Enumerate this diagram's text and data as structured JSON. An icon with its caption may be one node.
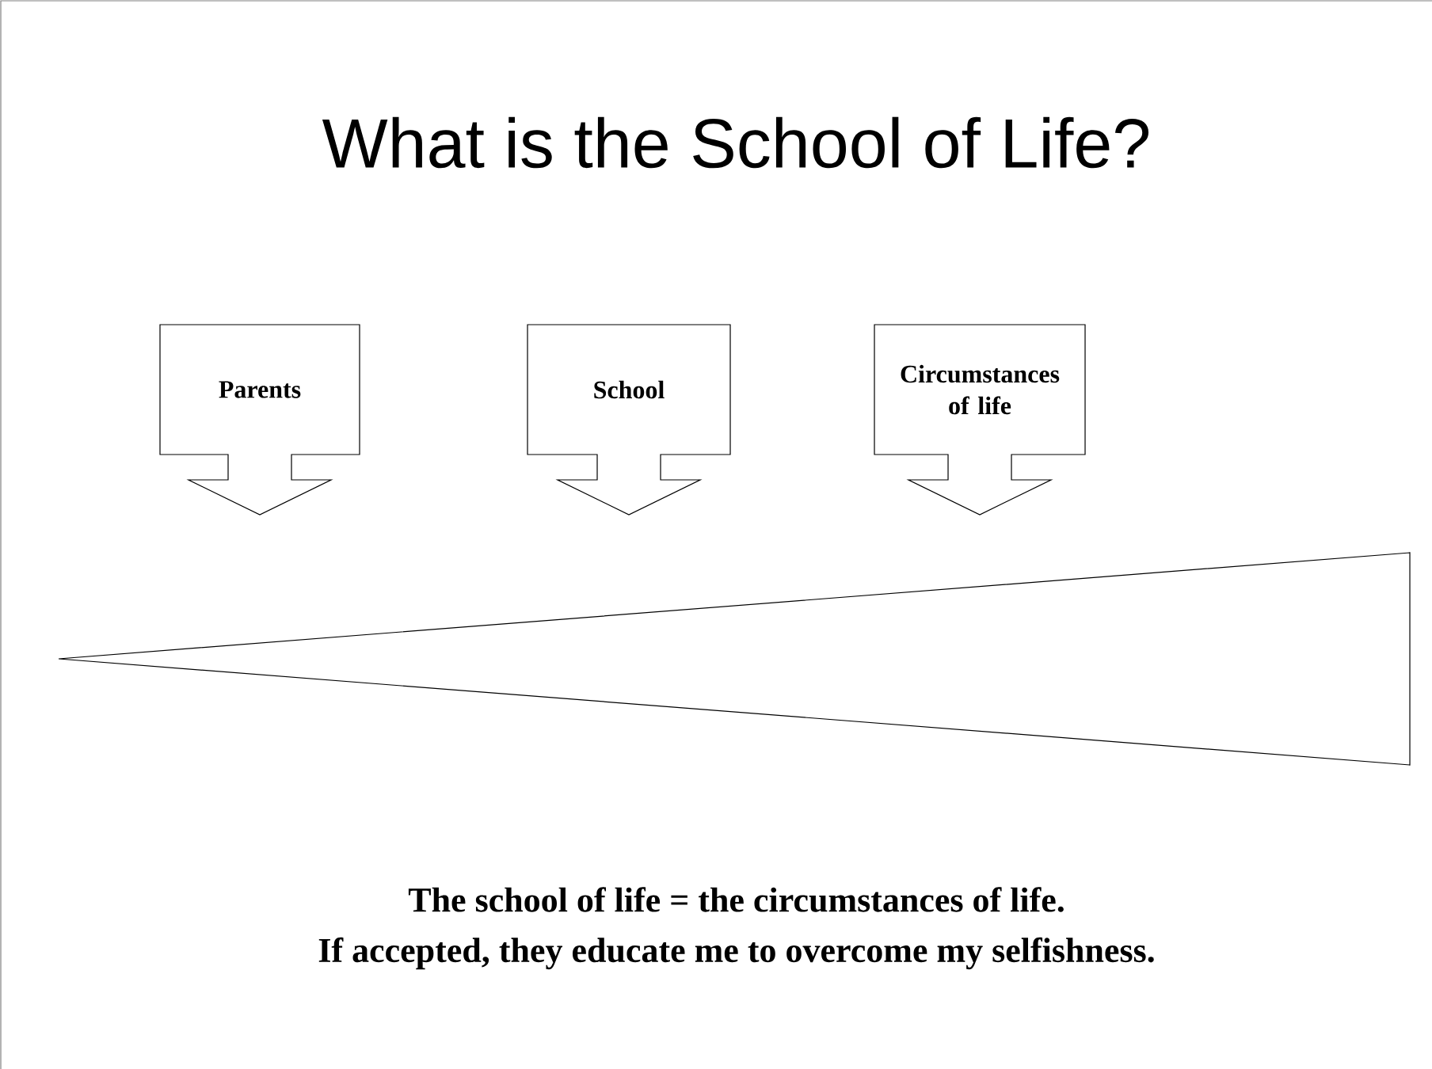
{
  "diagram": {
    "title": "What is the School of Life?",
    "nodes": [
      {
        "text": [
          "Parents"
        ]
      },
      {
        "text": [
          "School"
        ]
      },
      {
        "text": [
          "Circumstances of life"
        ]
      },
      {
        "text": [],
        "shape": "triangle"
      }
    ],
    "labels": [
      "The school of life = the circumstances of life.",
      "If accepted, they educate me to overcome my selfishness."
    ]
  }
}
